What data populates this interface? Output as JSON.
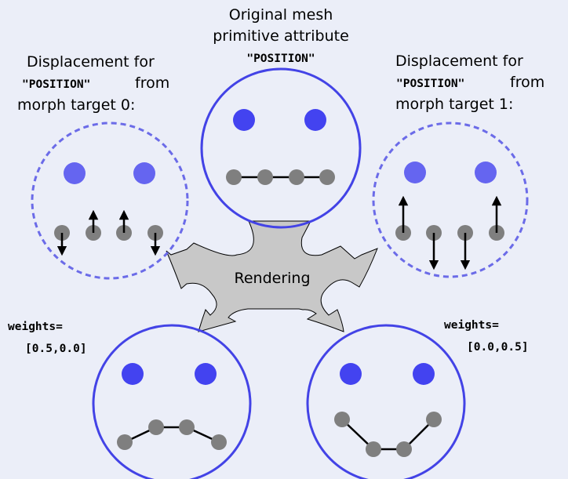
{
  "diagram": {
    "original": {
      "line1": "Original mesh",
      "line2": "primitive attribute",
      "attribute": "\"POSITION\""
    },
    "target0": {
      "line1": "Displacement for",
      "attr": "\"POSITION\"",
      "from": "from",
      "line3": "morph target 0:"
    },
    "target1": {
      "line1": "Displacement for",
      "attr": "\"POSITION\"",
      "from": "from",
      "line3": "morph target 1:"
    },
    "rendering_label": "Rendering",
    "result0": {
      "weights_label": "weights=",
      "weights_value": "[0.5,0.0]"
    },
    "result1": {
      "weights_label": "weights=",
      "weights_value": "[0.0,0.5]"
    }
  },
  "colors": {
    "background": "#ebeef8",
    "circle_stroke": "#4343e6",
    "dashed_stroke": "#6b6be8",
    "eye_fill": "#4343f0",
    "eye_fill_light": "#6565f0",
    "vertex_fill": "#7f7f7f",
    "arrow_fill": "#c8c8c8"
  }
}
